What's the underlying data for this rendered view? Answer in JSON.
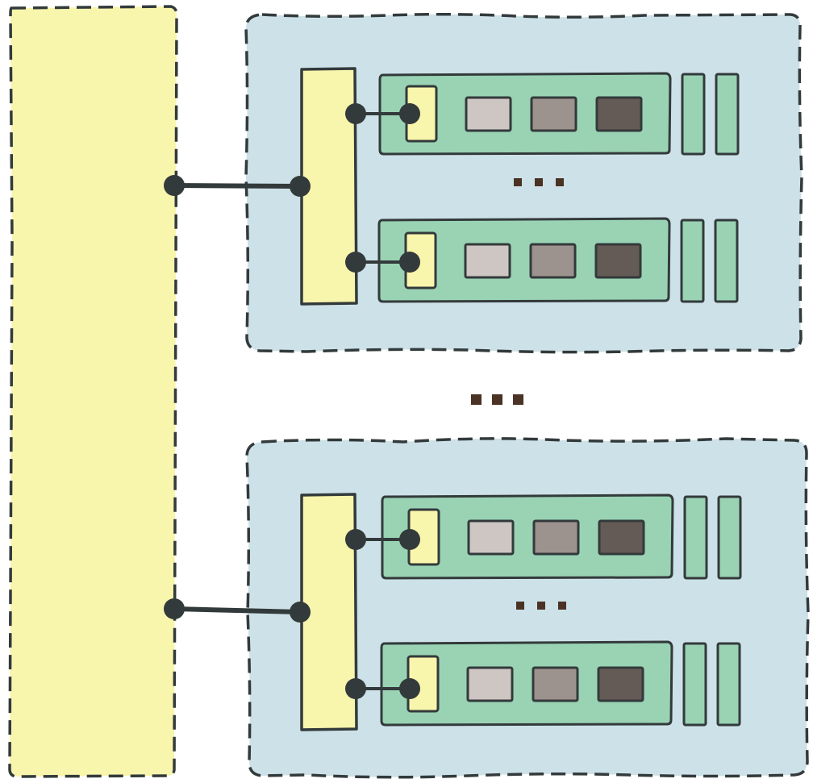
{
  "colors": {
    "background": "#ffffff",
    "yellow_fill": "#f8f5ac",
    "blue_fill": "#cde1e8",
    "green_fill": "#99d3b4",
    "stroke": "#333a3b",
    "gray_light": "#cdc6c3",
    "gray_mid": "#9c928e",
    "gray_dark": "#655b56",
    "ellipsis_color": "#4a3324"
  },
  "diagram": {
    "title": "",
    "ellipses": {
      "between_groups": "…",
      "within_group": "…"
    },
    "groups": [
      {
        "rows": [
          {
            "slots": [
              "gray_light",
              "gray_mid",
              "gray_dark"
            ],
            "side_bars": 2
          },
          {
            "slots": [
              "gray_light",
              "gray_mid",
              "gray_dark"
            ],
            "side_bars": 2
          }
        ]
      },
      {
        "rows": [
          {
            "slots": [
              "gray_light",
              "gray_mid",
              "gray_dark"
            ],
            "side_bars": 2
          },
          {
            "slots": [
              "gray_light",
              "gray_mid",
              "gray_dark"
            ],
            "side_bars": 2
          }
        ]
      }
    ]
  }
}
